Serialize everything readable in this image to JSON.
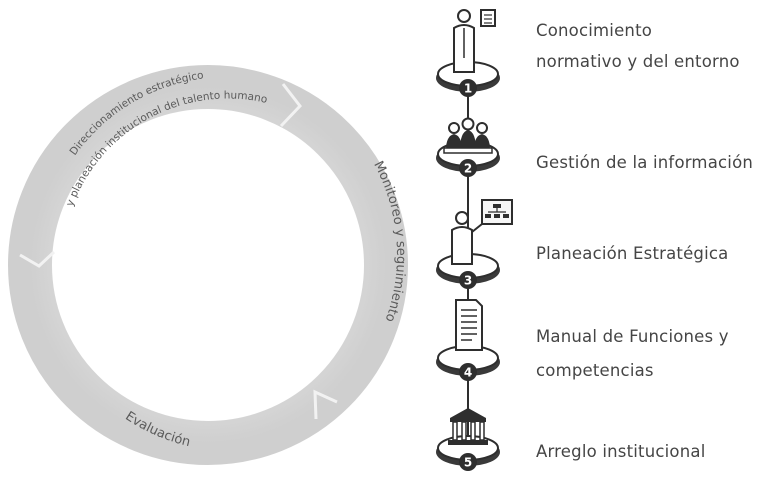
{
  "cycle": {
    "segment_1_line_1": "Direccionamiento estratégico",
    "segment_1_line_2": "y planeación institucional del talento humano",
    "segment_2": "Monitoreo y seguimiento",
    "segment_3": "Evaluación"
  },
  "steps": [
    {
      "number": "1",
      "icon": "teacher-with-board-icon",
      "label_line_1": "Conocimiento",
      "label_line_2": "normativo y del entorno"
    },
    {
      "number": "2",
      "icon": "team-meeting-icon",
      "label_line_1": "Gestión de la información",
      "label_line_2": ""
    },
    {
      "number": "3",
      "icon": "presenter-with-org-chart-icon",
      "label_line_1": "Planeación Estratégica",
      "label_line_2": ""
    },
    {
      "number": "4",
      "icon": "document-icon",
      "label_line_1": "Manual de Funciones y",
      "label_line_2": "competencias"
    },
    {
      "number": "5",
      "icon": "institution-building-icon",
      "label_line_1": "Arreglo institucional",
      "label_line_2": ""
    }
  ],
  "colors": {
    "ring": "#d4d4d4",
    "ring_edge": "#c4c4c4",
    "ring_text": "#5a5a5a",
    "step_dark": "#2e2e2e",
    "step_text": "#454545"
  }
}
